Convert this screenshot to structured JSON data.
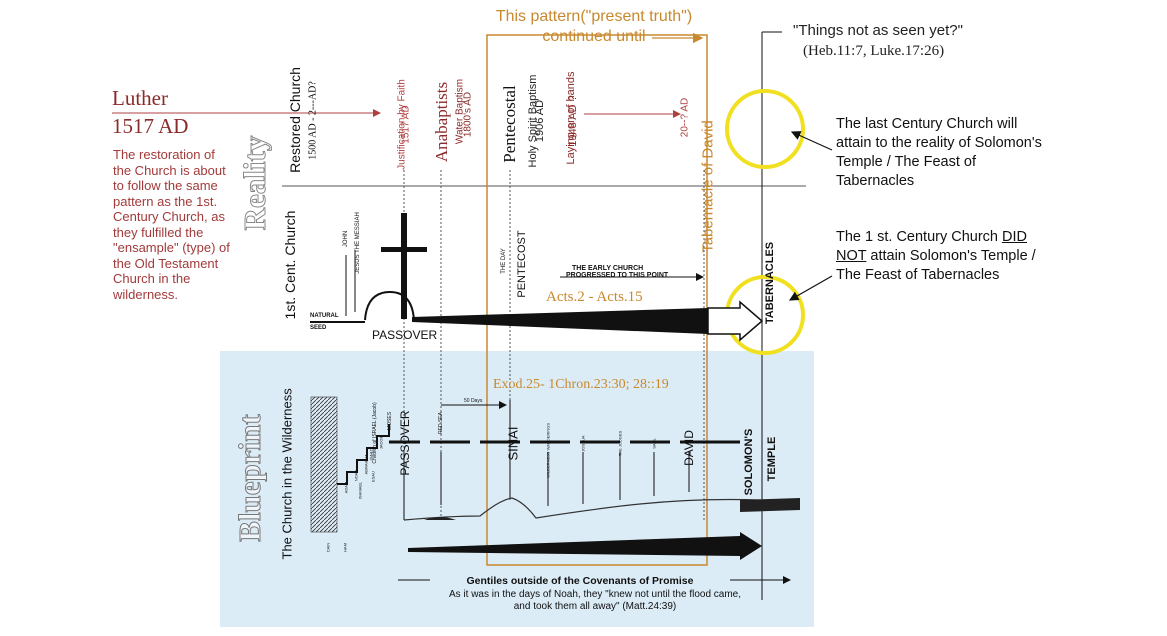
{
  "left_panel": {
    "luther_name": "Luther",
    "luther_year": "1517 AD",
    "restoration_text": "The restoration of the Church is about to follow the same pattern as the 1st. Century Church, as they fulfilled the \"ensample\" (type) of the Old Testament Church in the wilderness."
  },
  "pattern_box": {
    "line1": "This pattern(\"present truth\")",
    "line2": "continued until"
  },
  "right_panel": {
    "quote": "\"Things not as seen yet?\"",
    "quote_ref": "(Heb.11:7, Luke.17:26)",
    "note_last_century": "The last Century Church will attain to the reality of Solomon's Temple / The Feast of Tabernacles",
    "note_first_century_before": "The 1 st. Century Church ",
    "note_first_century_emph": "DID NOT",
    "note_first_century_after": " attain Solomon's Temple / The Feast of Tabernacles"
  },
  "section_labels": {
    "reality": "Reality",
    "blueprint": "Blueprint",
    "restored_church": "Restored Church",
    "restored_church_dates": "1500 AD - 2---AD?",
    "first_cent_church": "1st. Cent. Church",
    "church_in_wilderness": "The Church in the Wilderness"
  },
  "reality_column_labels": {
    "justification": "Justification by Faith",
    "justification_year": "1517 AD",
    "anabaptists": "Anabaptists",
    "water_baptism": "Water Baptism",
    "water_baptism_year": "1800's AD",
    "pentecostal": "Pentecostal",
    "holy_spirit": "Holy Spirit Baptism",
    "holy_spirit_year": "1906 AD",
    "laying_hands": "Laying on of hands",
    "laying_hands_year": "1948 AD ?",
    "future_year": "20--? AD",
    "tabernacle_david": "Tabernacle of David",
    "tabernacles": "TABERNACLES"
  },
  "first_century": {
    "john": "JOHN",
    "jesus": "JESUS THE MESSIAH",
    "natural_seed_1": "NATURAL",
    "natural_seed_2": "SEED",
    "passover": "PASSOVER",
    "the_day": "THE DAY",
    "pentecost": "PENTECOST",
    "early_church_1": "THE EARLY CHURCH",
    "early_church_2": "PROGRESSED TO THIS POINT",
    "acts": "Acts.2 - Acts.15"
  },
  "blueprint_labels": {
    "exod": "Exod.25- 1Chron.23:30; 28::19",
    "fifty_days": "50 Days",
    "children_israel": "Children of ISRAEL (Jacob)",
    "moses": "MOSES",
    "passover": "PASSOVER",
    "red_sea": "RED SEA",
    "sinai": "SINAI",
    "wilderness": "WILDERNESS WANDERINGS",
    "joshua": "JOSHUA",
    "judges": "THE JUDGES",
    "saul": "SAUL",
    "david": "DAVID",
    "solomon_1": "SOLOMON'S",
    "solomon_2": "TEMPLE",
    "adam": "ADAM",
    "noah": "NOAH",
    "abraham": "ABRAHAM",
    "isaac": "ISAAC",
    "jacob": "JACOB",
    "esau": "ESAU",
    "ishmael": "ISHMAEL",
    "cain": "CAIN",
    "ham": "HAM"
  },
  "bottom": {
    "gentiles": "Gentiles outside of the Covenants of Promise",
    "noah_line1": "As it was in the days of Noah, they \"knew not until the flood came,",
    "noah_line2": "and took them all away\" (Matt.24:39)"
  },
  "colors": {
    "luther_red": "#8b2a2a",
    "restoration_red": "#a33a3a",
    "pattern_orange": "#c8892e",
    "highlight_yellow": "#f0e020",
    "blueprint_bg": "#dcecf7",
    "reality_gray": "#c8c8c8"
  }
}
